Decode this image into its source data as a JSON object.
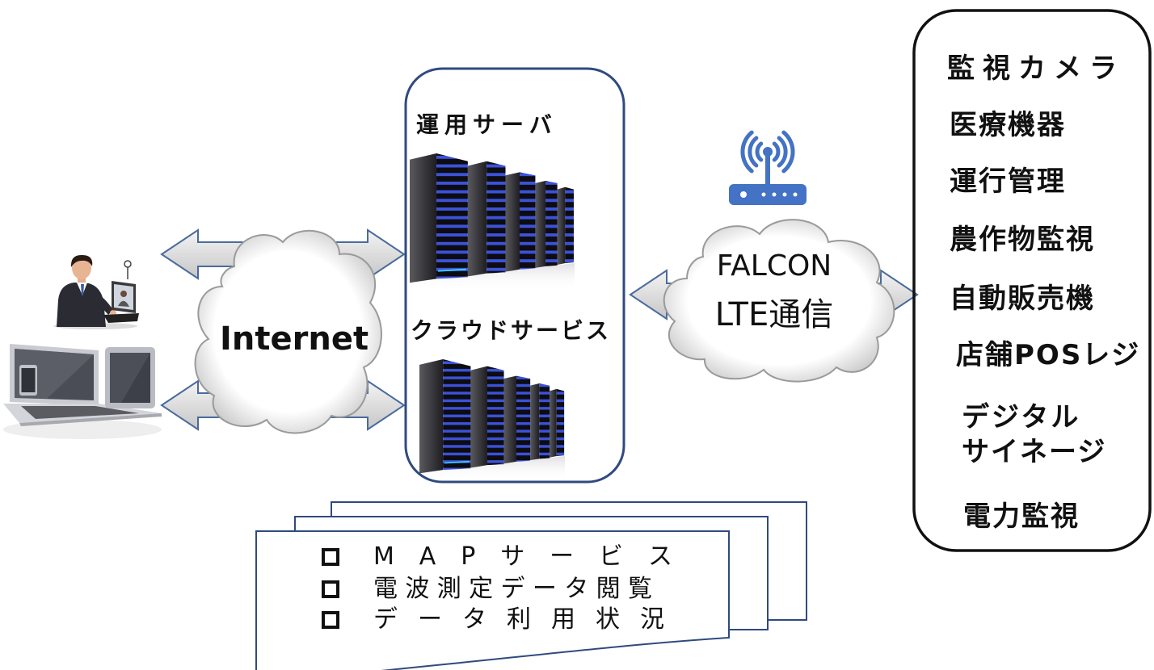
{
  "central_box": {
    "operation_server_label": "運用サーバ",
    "cloud_service_label": "クラウドサービス"
  },
  "internet_cloud": {
    "label": "Internet"
  },
  "lte_cloud": {
    "line1": "FALCON",
    "line2": "LTE通信"
  },
  "devices": {
    "items": [
      "監視カメラ",
      "医療機器",
      "運行管理",
      "農作物監視",
      "自動販売機",
      "店舗POSレジ",
      [
        "デジタル",
        "サイネージ"
      ],
      "電力監視"
    ]
  },
  "services": {
    "items": [
      "MAPサービス",
      "電波測定データ閲覧",
      "データ利用状況"
    ]
  },
  "icons": {
    "user": "person-at-laptop-icon",
    "terminals": "laptop-tablet-phone-icon",
    "servers": "server-rack-icon",
    "router": "wifi-router-icon",
    "bullet": "square-bullet-icon"
  },
  "colors": {
    "central_box_border": "#2F4A7E",
    "list_box_border": "#111111",
    "router_blue": "#4472C4",
    "server_stripe": "#3C52D8",
    "arrow_stroke": "#4A6B9D",
    "document_border": "#2F4A7E"
  }
}
